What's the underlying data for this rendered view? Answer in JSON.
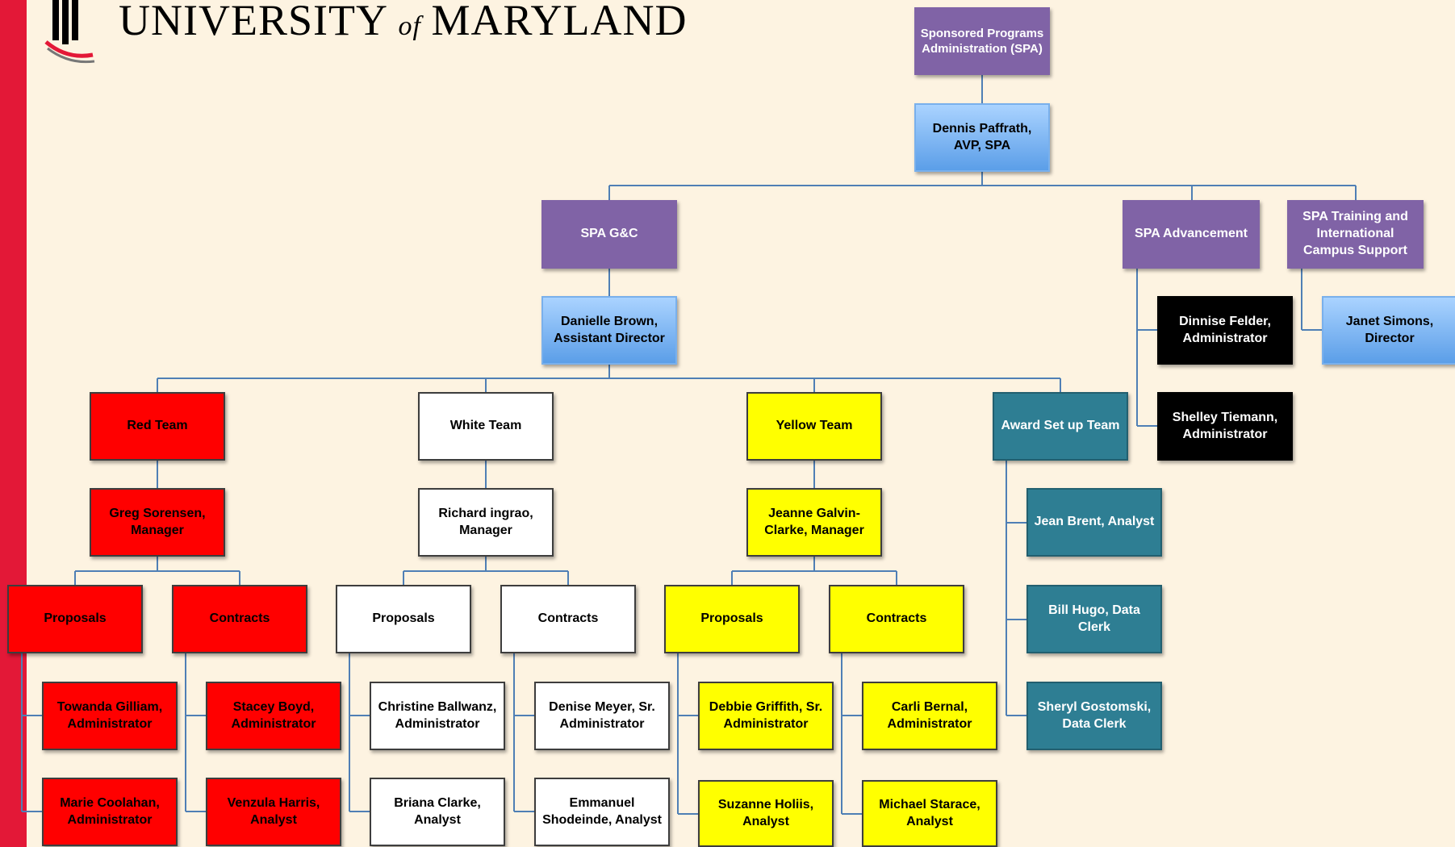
{
  "header": {
    "logo_text_part1": "UNIVERSITY",
    "logo_text_of": "of",
    "logo_text_part2": "MARYLAND",
    "colors": {
      "sidebar": "#e31837",
      "background": "#fdf3e1",
      "line": "#4f7fb5"
    }
  },
  "org": {
    "spa": "Sponsored Programs Administration (SPA)",
    "dennis": "Dennis Paffrath, AVP, SPA",
    "gc": "SPA G&C",
    "adv": "SPA Advancement",
    "train": "SPA Training and International Campus Support",
    "danielle": "Danielle Brown, Assistant Director",
    "dinnise": "Dinnise Felder, Administrator",
    "shelley": "Shelley Tiemann, Administrator",
    "janet": "Janet Simons, Director",
    "red_team": "Red Team",
    "white_team": "White Team",
    "yellow_team": "Yellow Team",
    "award_team": "Award Set up Team",
    "greg": "Greg Sorensen, Manager",
    "richard": "Richard ingrao, Manager",
    "jeanne": "Jeanne Galvin-Clarke, Manager",
    "jean": "Jean Brent, Analyst",
    "bill": "Bill Hugo, Data Clerk",
    "sheryl": "Sheryl Gostomski, Data Clerk",
    "red_proposals": "Proposals",
    "red_contracts": "Contracts",
    "white_proposals": "Proposals",
    "white_contracts": "Contracts",
    "yellow_proposals": "Proposals",
    "yellow_contracts": "Contracts",
    "towanda": "Towanda Gilliam, Administrator",
    "marie": "Marie Coolahan, Administrator",
    "stacey": "Stacey Boyd, Administrator",
    "venzula": "Venzula Harris, Analyst",
    "christine": "Christine Ballwanz, Administrator",
    "briana": "Briana Clarke, Analyst",
    "denise": "Denise Meyer, Sr. Administrator",
    "emmanuel": "Emmanuel Shodeinde, Analyst",
    "debbie": "Debbie Griffith, Sr. Administrator",
    "suzanne": "Suzanne Holiis, Analyst",
    "carli": "Carli Bernal, Administrator",
    "michael": "Michael Starace, Analyst"
  }
}
